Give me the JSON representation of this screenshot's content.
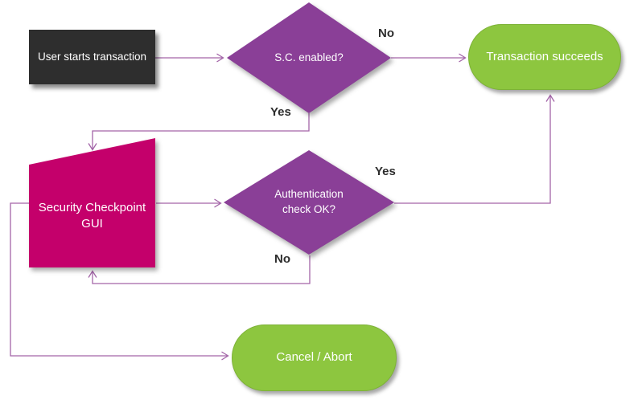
{
  "diagram": {
    "nodes": {
      "start": {
        "label": "User starts transaction",
        "type": "process"
      },
      "sc_enabled": {
        "label": "S.C. enabled?",
        "type": "decision"
      },
      "transaction_succeeds": {
        "label": "Transaction succeeds",
        "type": "terminator"
      },
      "security_gui": {
        "label": "Security Checkpoint GUI",
        "type": "manual-input"
      },
      "auth_check": {
        "label": "Authentication check OK?",
        "type": "decision"
      },
      "cancel_abort": {
        "label": "Cancel / Abort",
        "type": "terminator"
      }
    },
    "edge_labels": {
      "sc_no": "No",
      "sc_yes": "Yes",
      "auth_yes": "Yes",
      "auth_no": "No"
    },
    "edges": [
      {
        "from": "start",
        "to": "sc_enabled",
        "label": ""
      },
      {
        "from": "sc_enabled",
        "to": "transaction_succeeds",
        "label": "No"
      },
      {
        "from": "sc_enabled",
        "to": "security_gui",
        "label": "Yes"
      },
      {
        "from": "security_gui",
        "to": "auth_check",
        "label": ""
      },
      {
        "from": "auth_check",
        "to": "transaction_succeeds",
        "label": "Yes"
      },
      {
        "from": "auth_check",
        "to": "security_gui",
        "label": "No"
      },
      {
        "from": "security_gui",
        "to": "cancel_abort",
        "label": ""
      }
    ],
    "colors": {
      "process_fill": "#2e2e2e",
      "decision_fill": "#8a3f97",
      "terminator_fill": "#8dc63f",
      "terminator_border": "#7db237",
      "manual_input_fill": "#c4006b",
      "connector": "#a365a8",
      "node_text": "#ffffff",
      "edge_label_text": "#2d2d2d",
      "background": "#ffffff"
    }
  }
}
